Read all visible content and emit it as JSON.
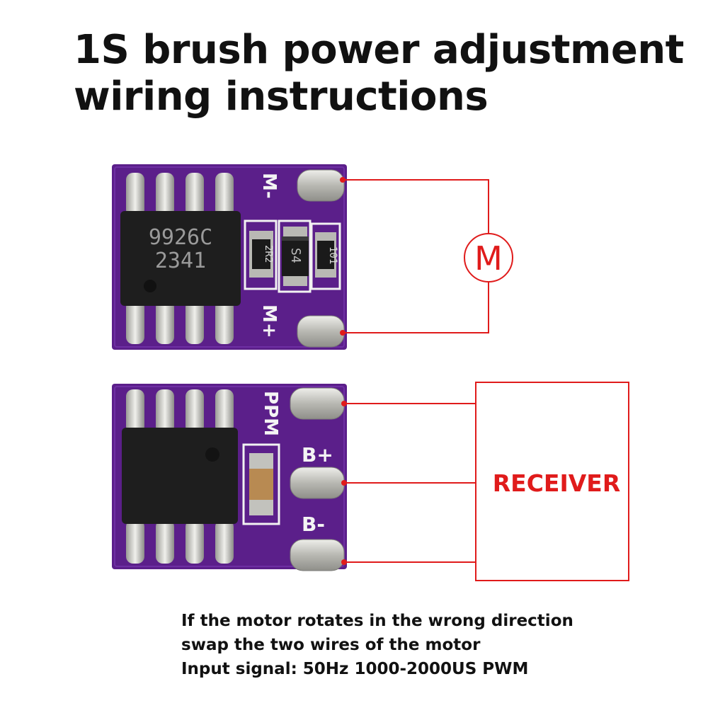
{
  "title": {
    "line1": "1S brush power adjustment",
    "line2": "wiring instructions"
  },
  "board_top": {
    "chip_line1": "9926C",
    "chip_line2": "2341",
    "resistor1": "2R2",
    "diode": "S4",
    "resistor2": "101",
    "pad_top_label": "M-",
    "pad_bottom_label": "M+"
  },
  "board_bottom": {
    "pad1_label": "PPM",
    "pad2_label": "B+",
    "pad3_label": "B-"
  },
  "motor": {
    "symbol": "M"
  },
  "receiver": {
    "label": "RECEIVER"
  },
  "notes": {
    "line1": "If the motor rotates in the wrong direction",
    "line2": "swap the two wires of the motor",
    "line3": "Input signal: 50Hz 1000-2000US PWM"
  },
  "colors": {
    "pcb": "#5b1f8a",
    "wire": "#e01b1b",
    "receiver_text": "#e01b1b",
    "chip": "#1e1e1e",
    "solder": "#c9c9c4"
  }
}
